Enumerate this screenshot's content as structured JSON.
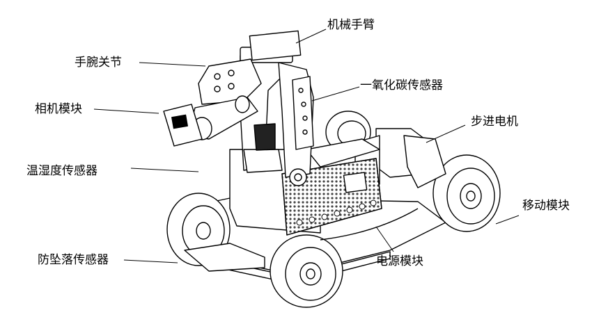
{
  "labels": {
    "arm": "机械手臂",
    "wrist": "手腕关节",
    "co_sensor": "一氧化碳传感器",
    "camera": "相机模块",
    "stepper": "步进电机",
    "temp_humidity": "温湿度传感器",
    "mobile": "移动模块",
    "anti_fall": "防坠落传感器",
    "power": "电源模块"
  },
  "colors": {
    "line": "#000000",
    "mesh": "#555555",
    "background": "#ffffff"
  }
}
